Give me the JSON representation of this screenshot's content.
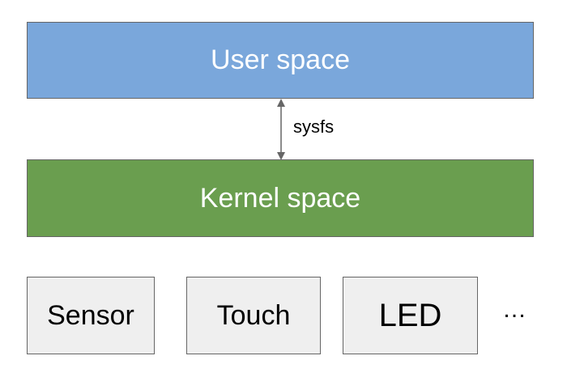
{
  "layers": {
    "user": {
      "label": "User space",
      "color": "#7aa7db"
    },
    "kernel": {
      "label": "Kernel space",
      "color": "#6a9e4f"
    }
  },
  "interface": {
    "label": "sysfs",
    "arrow": "bidirectional",
    "arrow_color": "#666666"
  },
  "devices": {
    "fill": "#efefef",
    "items": [
      {
        "label": "Sensor"
      },
      {
        "label": "Touch"
      },
      {
        "label": "LED"
      }
    ],
    "more": "…"
  }
}
